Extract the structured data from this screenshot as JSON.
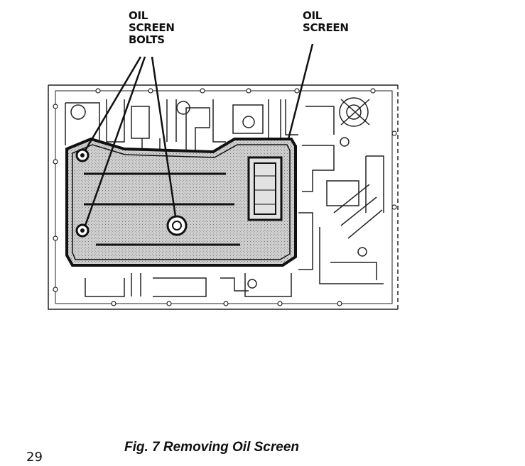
{
  "callouts": {
    "oil_screen_bolts": [
      "OIL",
      "SCREEN",
      "BOLTS"
    ],
    "oil_screen": [
      "OIL",
      "SCREEN"
    ]
  },
  "caption": "Fig. 7 Removing Oil Screen",
  "page_number": "29"
}
